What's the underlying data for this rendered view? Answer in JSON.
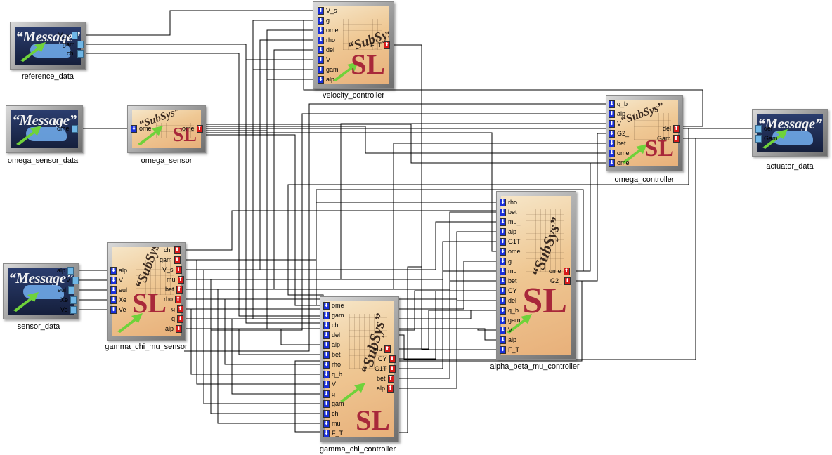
{
  "colors": {
    "input_pin": "#1a2fd8",
    "output_pin": "#d81a1a",
    "message_pin": "#6fb6e6",
    "wire": "#000000",
    "sl_text": "#a8283a"
  },
  "blocks": [
    {
      "id": "reference_data",
      "kind": "message",
      "label": "reference_data",
      "word": "“Message”",
      "inputs": [],
      "outputs": [
        "V_s",
        "gam",
        "chi"
      ]
    },
    {
      "id": "omega_sensor_data",
      "kind": "message",
      "label": "omega_sensor_data",
      "word": "“Message”",
      "inputs": [],
      "outputs": [
        "ome"
      ]
    },
    {
      "id": "sensor_data",
      "kind": "message",
      "label": "sensor_data",
      "word": "“Message”",
      "inputs": [],
      "outputs": [
        "alp",
        "V",
        "eul",
        "Xe",
        "Ve"
      ]
    },
    {
      "id": "actuator_data",
      "kind": "message",
      "label": "actuator_data",
      "word": "“Message”",
      "inputs": [
        "del",
        "Gam"
      ],
      "outputs": []
    },
    {
      "id": "velocity_controller",
      "kind": "subsys",
      "label": "velocity_controller",
      "word": "“SubSys”",
      "sl": "SL",
      "inputs": [
        "V_s",
        "g",
        "ome",
        "rho",
        "del",
        "V",
        "gam",
        "alp"
      ],
      "outputs": [
        "F_T"
      ]
    },
    {
      "id": "omega_sensor",
      "kind": "subsys",
      "label": "omega_sensor",
      "word": "“SubSys”",
      "sl": "SL",
      "inputs": [
        "ome"
      ],
      "outputs": [
        "ome"
      ]
    },
    {
      "id": "omega_controller",
      "kind": "subsys",
      "label": "omega_controller",
      "word": "“SubSys”",
      "sl": "SL",
      "inputs": [
        "q_b",
        "alp",
        "V",
        "G2_",
        "bet",
        "ome",
        "ome"
      ],
      "outputs": [
        "del",
        "Gam"
      ]
    },
    {
      "id": "gamma_chi_mu_sensor",
      "kind": "subsys",
      "label": "gamma_chi_mu_sensor",
      "word": "“SubSys”",
      "sl": "SL",
      "inputs": [
        "alp",
        "V",
        "eul",
        "Xe",
        "Ve"
      ],
      "outputs": [
        "chi",
        "gam",
        "V_s",
        "mu",
        "bet",
        "rho",
        "g",
        "q",
        "alp"
      ]
    },
    {
      "id": "alpha_beta_mu_controller",
      "kind": "subsys",
      "label": "alpha_beta_mu_controller",
      "word": "“SubSys”",
      "sl": "SL",
      "inputs": [
        "rho",
        "bet",
        "mu_",
        "alp",
        "G1T",
        "ome",
        "g",
        "mu",
        "bet",
        "CY",
        "del",
        "q_b",
        "gam",
        "V",
        "alp",
        "F_T"
      ],
      "outputs": [
        "ome",
        "G2_"
      ]
    },
    {
      "id": "gamma_chi_controller",
      "kind": "subsys",
      "label": "gamma_chi_controller",
      "word": "“SubSys”",
      "sl": "SL",
      "inputs": [
        "ome",
        "gam",
        "chi",
        "del",
        "alp",
        "bet",
        "rho",
        "q_b",
        "V",
        "g",
        "gam",
        "chi",
        "mu",
        "F_T"
      ],
      "outputs": [
        "mu",
        "CY",
        "G1T",
        "bet",
        "alp"
      ]
    }
  ]
}
